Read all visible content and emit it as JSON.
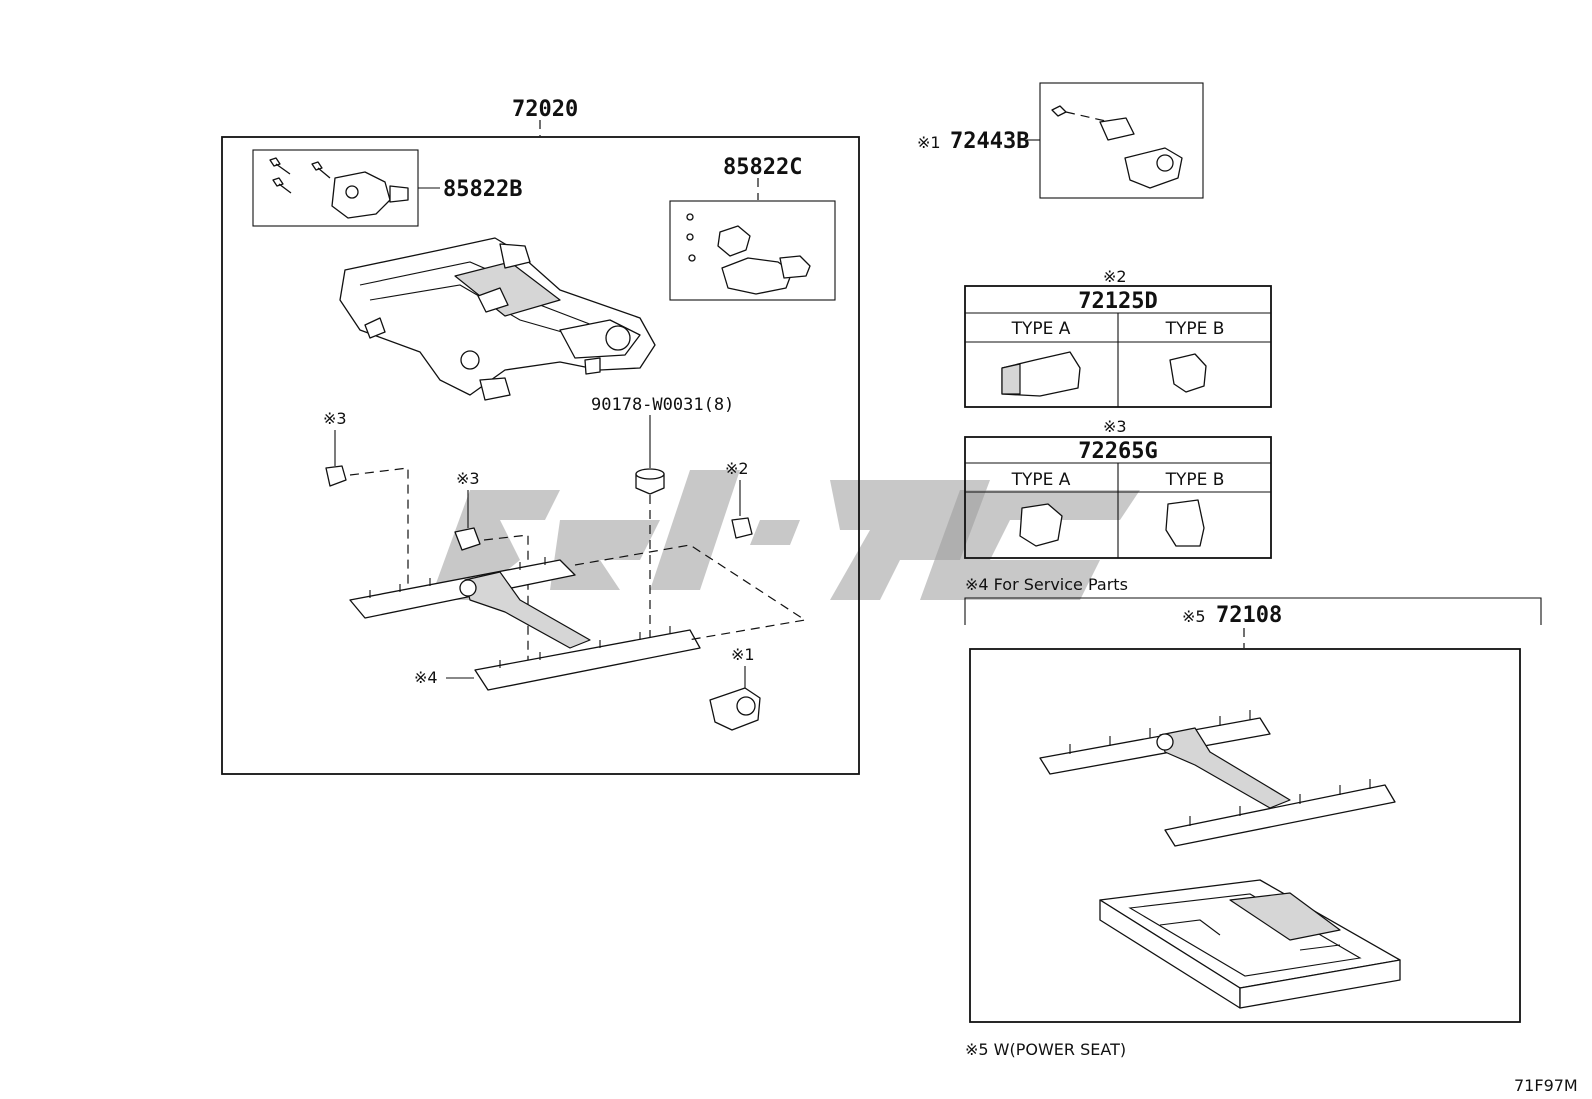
{
  "labels": {
    "frame_assembly": "72020",
    "motor_b": "85822B",
    "motor_c": "85822C",
    "nut": "90178-W0031(8)",
    "cover_note": "※1",
    "cover_part": "72443B",
    "note3_left": "※3",
    "note3_mid": "※3",
    "note2": "※2",
    "note1": "※1",
    "note4": "※4",
    "footer_code": "71F97M"
  },
  "table_72125d": {
    "note": "※2",
    "part": "72125D",
    "type_a": "TYPE A",
    "type_b": "TYPE B"
  },
  "table_72265g": {
    "note": "※3",
    "part": "72265G",
    "type_a": "TYPE A",
    "type_b": "TYPE B"
  },
  "service": {
    "note": "※4 For Service Parts",
    "part_note": "※5",
    "part": "72108",
    "footnote": "※5 W(POWER SEAT)"
  }
}
